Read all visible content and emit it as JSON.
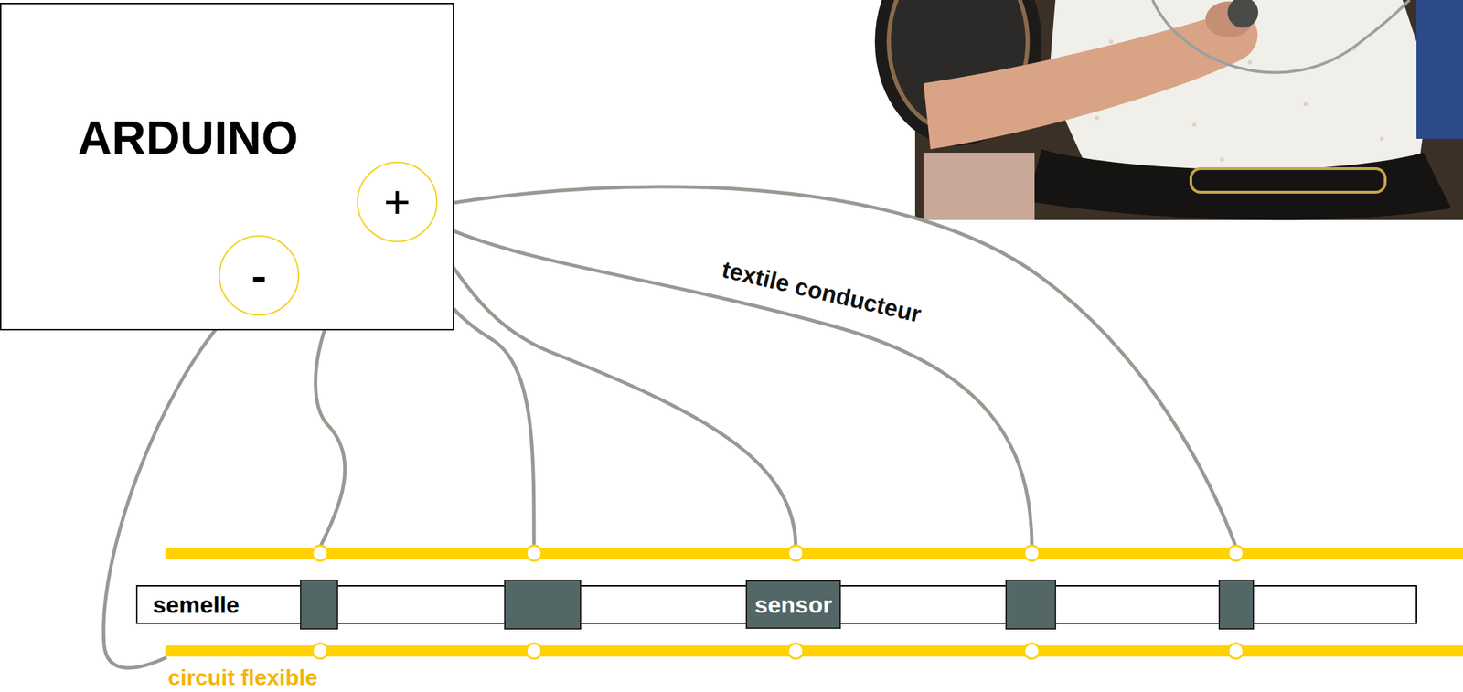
{
  "diagram": {
    "nodes": [
      {
        "text": [
          "ARDUINO"
        ]
      },
      {
        "text": [
          "+"
        ],
        "in": 0
      },
      {
        "text": [
          "-"
        ],
        "in": 0
      },
      {
        "text": [
          "semelle"
        ]
      },
      {
        "text": [
          "sensor"
        ]
      }
    ],
    "labels": [
      "textile conducteur",
      "circuit flexible"
    ]
  }
}
